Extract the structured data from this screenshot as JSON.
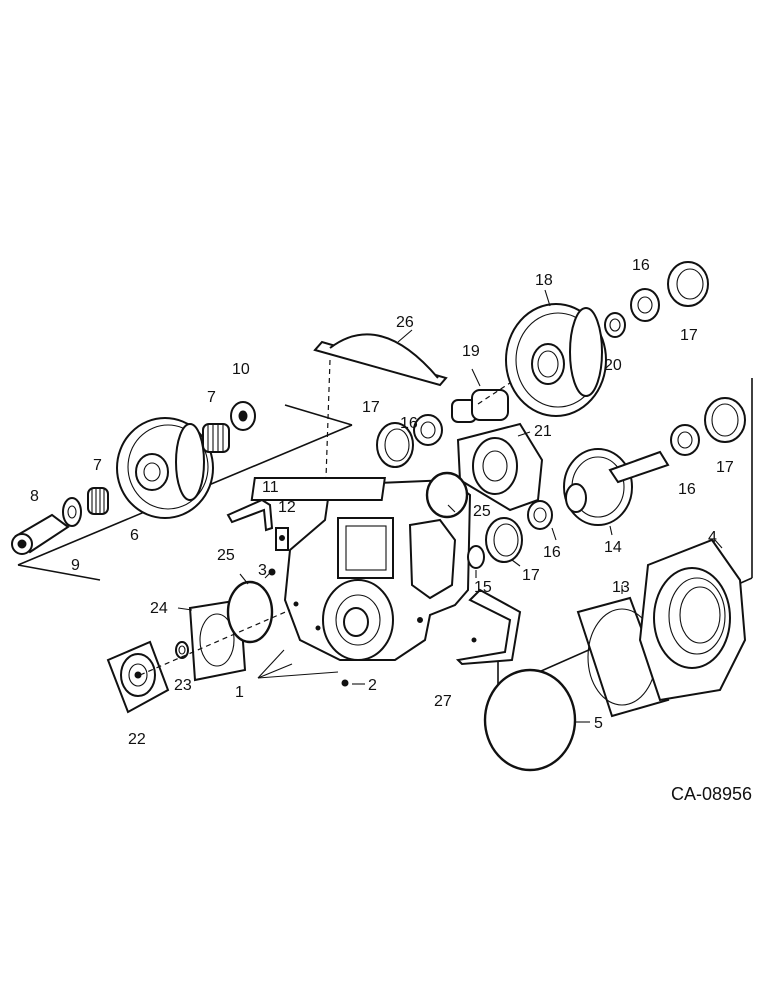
{
  "diagram": {
    "drawing_code": "CA-08956",
    "callouts": [
      "1",
      "2",
      "3",
      "4",
      "5",
      "6",
      "7",
      "8",
      "9",
      "10",
      "11",
      "12",
      "13",
      "14",
      "15",
      "16",
      "17",
      "18",
      "19",
      "20",
      "21",
      "22",
      "23",
      "24",
      "25",
      "26",
      "27"
    ]
  }
}
